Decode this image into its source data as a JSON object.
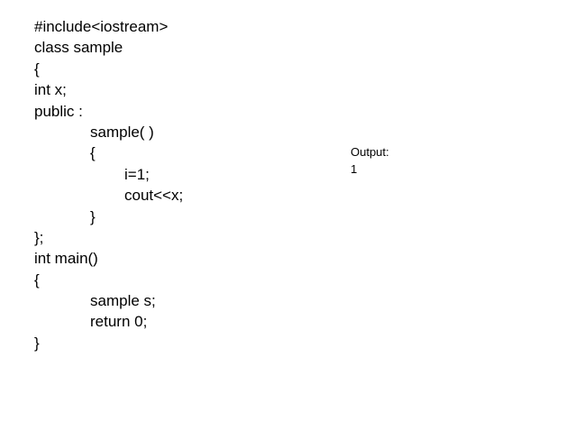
{
  "code": {
    "lines": [
      "#include<iostream>",
      "class sample",
      "{",
      "int x;",
      "public :",
      "sample( )",
      "{",
      "i=1;",
      "cout<<x;",
      "}",
      "};",
      "int main()",
      "{",
      "sample s;",
      "return 0;",
      "}"
    ]
  },
  "output": {
    "label": "Output:",
    "value": "1"
  }
}
